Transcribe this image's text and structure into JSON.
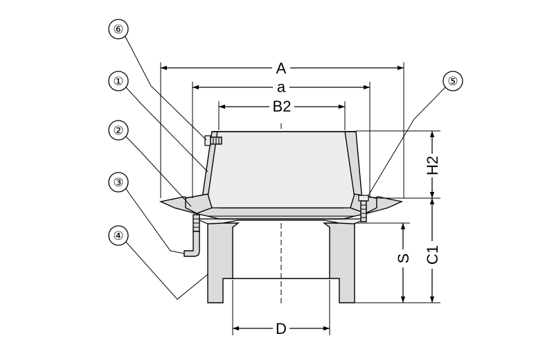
{
  "dimensions": {
    "A": "A",
    "a": "a",
    "B2": "B2",
    "H2": "H2",
    "C1": "C1",
    "S": "S",
    "D": "D"
  },
  "callouts": [
    "①",
    "②",
    "③",
    "④",
    "⑤",
    "⑥"
  ]
}
